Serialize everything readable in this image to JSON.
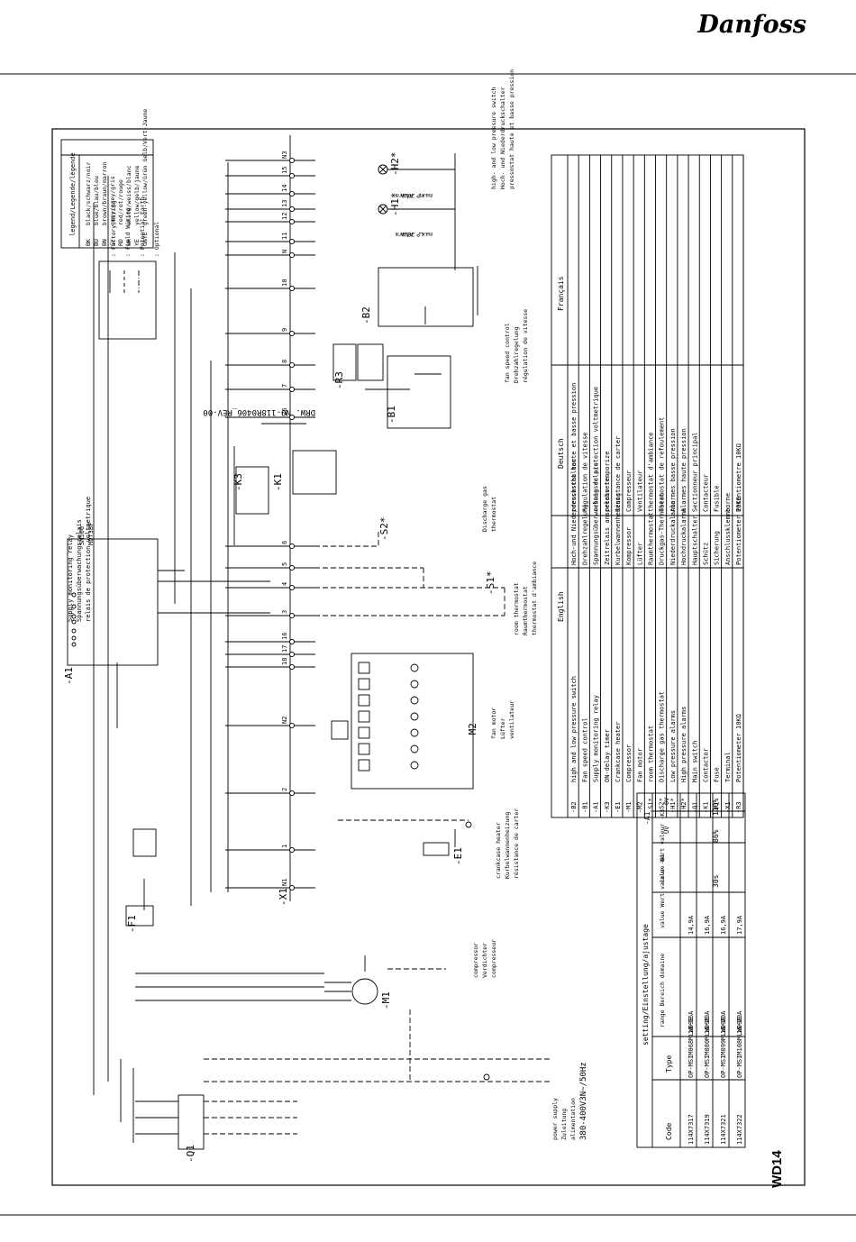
{
  "brand": "Danfoss",
  "page_code": "WD14",
  "drawing_number": "DRW. NO-118R0406_REV-00",
  "legend": {
    "title": "legend/Legende/légende",
    "rows": [
      {
        "code": "BK",
        "text": "black/schwarz/noir"
      },
      {
        "code": "BU",
        "text": "blue/blau/bleu"
      },
      {
        "code": "BN",
        "text": "brown/braun/marron"
      },
      {
        "code": "GY",
        "text": "grey/grey/gris"
      },
      {
        "code": "RD",
        "text": "red/rot/rouge"
      },
      {
        "code": "WH",
        "text": "white/weiss/blanc"
      },
      {
        "code": "YE",
        "text": "yellow/gelb/jaune"
      },
      {
        "code": "GNYE",
        "text": "green-yellow/Grün Gelb/Vert-Jaune"
      }
    ]
  },
  "wiring_legend": [
    {
      "symbol": "solid",
      "text": ": Factory Wiring"
    },
    {
      "symbol": "dashed",
      "text": ": Field Wiring"
    },
    {
      "symbol": "dashdot",
      "text": ": Potential Earth"
    },
    {
      "symbol": "*",
      "text": ": Optional"
    }
  ],
  "annotations": {
    "supply_monitor": [
      "Supply monitoring relay",
      "Spannungsüberwachungsrelais",
      "relais de protection voltmetrique"
    ],
    "sm500": [
      "SM500",
      "MD73BF"
    ],
    "fan_speed": [
      "fan speed control",
      "Drehzahlregelung",
      "régulation de vitesse"
    ],
    "pressure_switch": [
      "high- and low pressure switch",
      "Hoch- und Niederdruckschalter",
      "pressostat haute et basse pression"
    ],
    "hp_alarm": [
      "HP Alarm",
      "max. 20VA"
    ],
    "lp_alarm": [
      "LP Alarm",
      "max. 20VA"
    ],
    "discharge": [
      "Discharge gas",
      "thermostat"
    ],
    "room_thermostat": [
      "room thermostat",
      "Raumthermostat",
      "thermostat d'ambiance"
    ],
    "fan_motor": [
      "fan motor",
      "Lüfter",
      "ventilateur"
    ],
    "crankcase": [
      "crankcase heater",
      "Kurbelwannenheizung",
      "résistance de carter"
    ],
    "compressor": [
      "compressor",
      "Verdichter",
      "compresseur"
    ],
    "power_supply": [
      "power supply",
      "Zuleitung",
      "alimentation"
    ],
    "voltage": "380-400V3N~/50Hz"
  },
  "component_labels": [
    "-A1",
    "-B1",
    "-B2",
    "-K3",
    "-K1",
    "-S1*",
    "-S2*",
    "-H1*",
    "-H2*",
    "-R3",
    "-M2",
    "-E1",
    "-X1",
    "-F1",
    "-M1",
    "-Q1"
  ],
  "component_table": {
    "headers": [
      "",
      "English",
      "Deutsch",
      "Français"
    ],
    "rows": [
      [
        "-B2",
        "high and low pressure switch",
        "Hoch-und Niederdruckschalter",
        "pressostat haute et basse pression"
      ],
      [
        "-B1",
        "Fan speed control",
        "Drehzahlregelung",
        "Régulation de vitesse"
      ],
      [
        "-A1",
        "Supply monitoring relay",
        "Spannungsüberwachungsrelais",
        "relais de protection voltmetrique"
      ],
      [
        "-K3",
        "ON-delay timer",
        "Zeitrelais ansprechverz.",
        "relais temporize"
      ],
      [
        "-E1",
        "Crankcase heater",
        "Kurbelwannenheizung",
        "Résistance de carter"
      ],
      [
        "-M1",
        "Compressor",
        "Kompressor",
        "Compresseur"
      ],
      [
        "-M2",
        "Fan motor",
        "Lüfter",
        "Ventilateur"
      ],
      [
        "-S1*",
        "room thermostat",
        "Raumthermostat",
        "thermostat d'ambiance"
      ],
      [
        "-S2*",
        "Discharge gas thermostat",
        "Druckgas-Thermostat",
        "Thermostat de refoulement"
      ],
      [
        "-H1*",
        "Low pressure alarms",
        "Niederdruckalarme",
        "Alarmes basse pression"
      ],
      [
        "-H2*",
        "High pressure alarms",
        "Hochdruckalarme",
        "Alarmes haute pression"
      ],
      [
        "-Q1",
        "Main switch",
        "Hauptschalter",
        "Sectionneur principal"
      ],
      [
        "-K1",
        "Contactor",
        "Schütz",
        "Contacteur"
      ],
      [
        "-F1",
        "Fuse",
        "Sicherung",
        "Fusible"
      ],
      [
        "-X1",
        "Terminal",
        "Anschlussklemme",
        "borne"
      ],
      [
        "-R3",
        "Potentiometer 10KΩ",
        "Potentiometer 10KΩ",
        "Potentiometre 10KΩ"
      ]
    ]
  },
  "settings_table": {
    "title": "setting/Einstellung/ajustage",
    "headers": [
      "Code",
      "Type",
      "range Bereich domaine",
      "value Wert valeur -Q1",
      "value Wert valeur -K3",
      "UV",
      "OV"
    ],
    "group_header": "-A1",
    "rows": [
      [
        "114X7317",
        "OP-MSIM068MLW09E",
        "10-16A",
        "14,9A"
      ],
      [
        "114X7319",
        "OP-MSIM080MLW09E",
        "16-20A",
        "16,9A"
      ],
      [
        "114X7321",
        "OP-MSIM099MLW09E",
        "16-20A",
        "16,9A"
      ],
      [
        "114X7322",
        "OP-MSIM108MLW09E",
        "16-20A",
        "17,9A"
      ]
    ],
    "k3_value": "30s",
    "uv_value": "86%",
    "ov_value": "110%"
  }
}
